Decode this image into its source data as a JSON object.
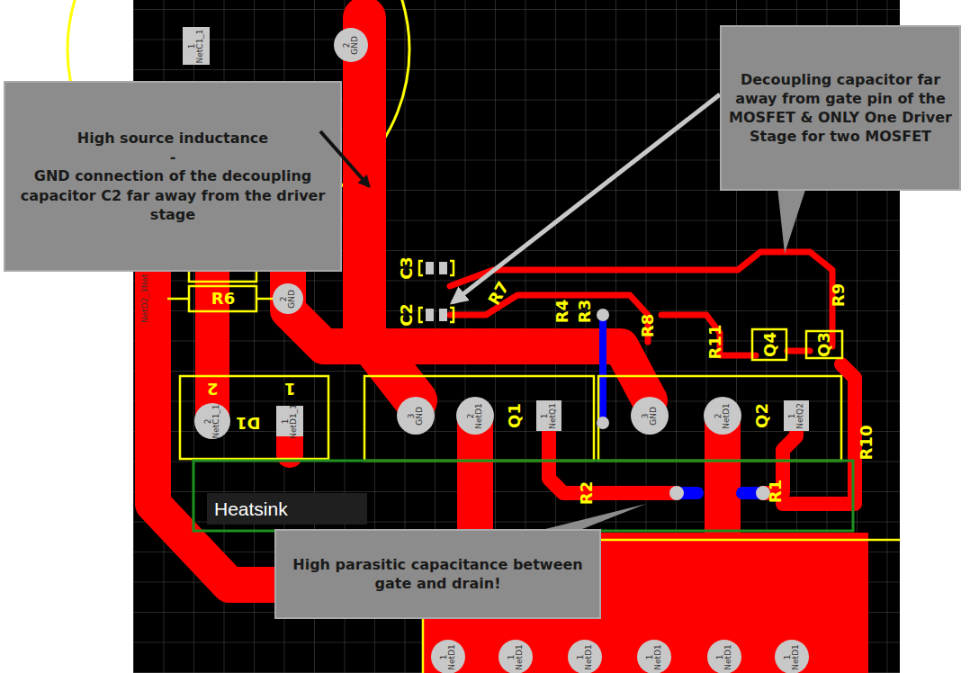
{
  "diagram": {
    "nodes": [
      {
        "text": [
          "High source inductance",
          "-",
          "GND connection of the decoupling capacitor C2 far away from the driver stage"
        ]
      },
      {
        "text": [
          "Decoupling capacitor far away from gate pin of the MOSFET & ONLY One Driver Stage for two MOSFET"
        ]
      },
      {
        "text": [
          "Heatsink"
        ]
      },
      {
        "text": [
          "High parasitic capacitance between gate and drain!"
        ]
      }
    ],
    "labels": [
      "1 NetC1_1",
      "2 GND",
      "NetD2_3Net",
      "2 GND",
      "R6",
      "C3",
      "C2",
      "R7",
      "R4",
      "R3",
      "R8",
      "R9",
      "R11",
      "Q4",
      "Q3",
      "2",
      "1",
      "2 NetC1_1",
      "D1",
      "1 NetD1_1",
      "3 GND",
      "2 NetD1",
      "Q1",
      "1 NetQ1",
      "3 GND",
      "2 NetD1",
      "Q2",
      "1 NetQ2",
      "R10",
      "R2",
      "R1",
      "1 NetD1",
      "1 NetD1",
      "1 NetD1",
      "1 NetD1",
      "1 NetD1",
      "1 NetD1"
    ]
  }
}
